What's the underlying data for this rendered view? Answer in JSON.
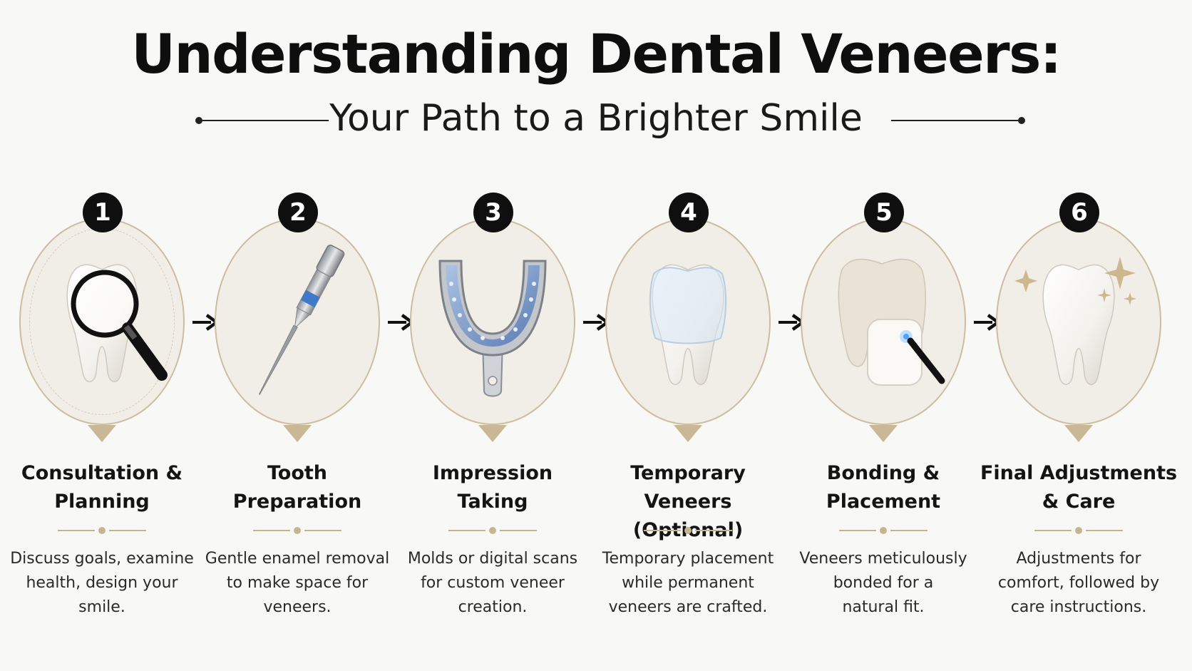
{
  "header": {
    "title": "Understanding Dental Veneers:",
    "subtitle": "Your Path to a Brighter Smile"
  },
  "steps": [
    {
      "number": "1",
      "title_line1": "Consultation &",
      "title_line2": "Planning",
      "desc_line1": "Discuss goals, examine",
      "desc_line2": "health, design your smile.",
      "desc_line3": "",
      "icon": "magnifying-glass-tooth-icon"
    },
    {
      "number": "2",
      "title_line1": "Tooth",
      "title_line2": "Preparation",
      "desc_line1": "Gentle enamel removal",
      "desc_line2": "to make space for",
      "desc_line3": "veneers.",
      "icon": "dental-drill-icon"
    },
    {
      "number": "3",
      "title_line1": "Impression",
      "title_line2": "Taking",
      "desc_line1": "Molds or digital scans",
      "desc_line2": "for custom veneer",
      "desc_line3": "creation.",
      "icon": "impression-tray-icon"
    },
    {
      "number": "4",
      "title_line1": "Temporary Veneers",
      "title_line2": "(Optional)",
      "desc_line1": "Temporary placement",
      "desc_line2": "while permanent",
      "desc_line3": "veneers are crafted.",
      "icon": "temporary-veneer-tooth-icon"
    },
    {
      "number": "5",
      "title_line1": "Bonding &",
      "title_line2": "Placement",
      "desc_line1": "Veneers meticulously",
      "desc_line2": "bonded for a",
      "desc_line3": "natural fit.",
      "icon": "bonding-light-tooth-icon"
    },
    {
      "number": "6",
      "title_line1": "Final Adjustments",
      "title_line2": "& Care",
      "desc_line1": "Adjustments for",
      "desc_line2": "comfort, followed by",
      "desc_line3": "care instructions.",
      "icon": "sparkling-tooth-icon"
    }
  ],
  "colors": {
    "accent_gold": "#c9b795",
    "badge": "#0f0f0f",
    "oval_fill": "#f1eee8",
    "text": "#141414"
  }
}
